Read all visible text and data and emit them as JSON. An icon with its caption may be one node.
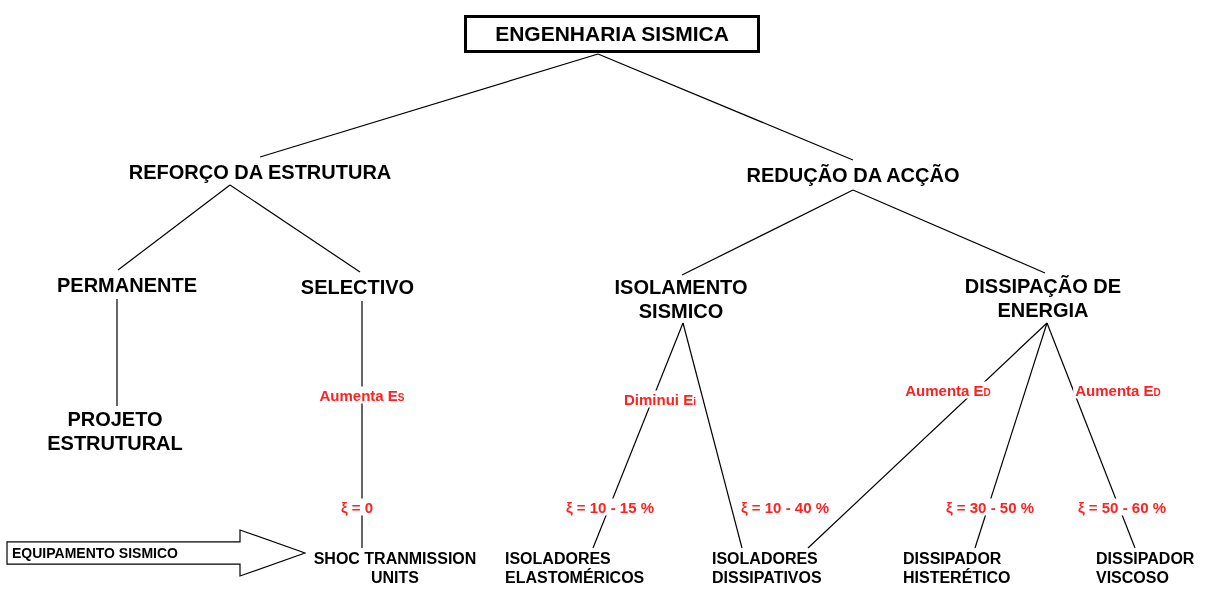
{
  "diagram": {
    "nodes": [
      {
        "text": [
          "ENGENHARIA SISMICA"
        ]
      },
      {
        "text": [
          "REFORÇO DA ESTRUTURA"
        ]
      },
      {
        "text": [
          "REDUÇÃO DA ACÇÃO"
        ]
      },
      {
        "text": [
          "PERMANENTE"
        ]
      },
      {
        "text": [
          "SELECTIVO"
        ]
      },
      {
        "text": [
          "ISOLAMENTO SISMICO"
        ]
      },
      {
        "text": [
          "DISSIPAÇÃO DE ENERGIA"
        ]
      },
      {
        "text": [
          "PROJETO ESTRUTURAL"
        ]
      },
      {
        "text": [
          "EQUIPAMENTO SISMICO"
        ]
      },
      {
        "text": [
          "SHOC TRANMISSION UNITS"
        ]
      },
      {
        "text": [
          "ISOLADORES ELASTOMÉRICOS"
        ]
      },
      {
        "text": [
          "ISOLADORES DISSIPATIVOS"
        ]
      },
      {
        "text": [
          "DISSIPADOR HISTERÉTICO"
        ]
      },
      {
        "text": [
          "DISSIPADOR VISCOSO"
        ]
      }
    ],
    "edges": [
      {
        "from": 0,
        "to": 1,
        "arrow": "none"
      },
      {
        "from": 0,
        "to": 2,
        "arrow": "none"
      },
      {
        "from": 1,
        "to": 3,
        "arrow": "none"
      },
      {
        "from": 1,
        "to": 4,
        "arrow": "none"
      },
      {
        "from": 2,
        "to": 5,
        "arrow": "none"
      },
      {
        "from": 2,
        "to": 6,
        "arrow": "none"
      },
      {
        "from": 3,
        "to": 7,
        "arrow": "none"
      },
      {
        "from": 4,
        "to": 9,
        "arrow": "none",
        "label": "ξ = 0"
      },
      {
        "from": 5,
        "to": 10,
        "arrow": "none",
        "label": "ξ = 10 - 15 %"
      },
      {
        "from": 5,
        "to": 11,
        "arrow": "none",
        "label": "ξ = 10 - 40 %"
      },
      {
        "from": 6,
        "to": 11,
        "arrow": "none"
      },
      {
        "from": 6,
        "to": 12,
        "arrow": "none",
        "label": "ξ = 30 - 50 %"
      },
      {
        "from": 6,
        "to": 13,
        "arrow": "none",
        "label": "ξ = 50 - 60 %"
      }
    ],
    "labels": [
      "Aumenta E$_{S}$",
      "Diminui E$_{i}$",
      "Aumenta E$_{D}$",
      "Aumenta E$_{D}$"
    ]
  }
}
